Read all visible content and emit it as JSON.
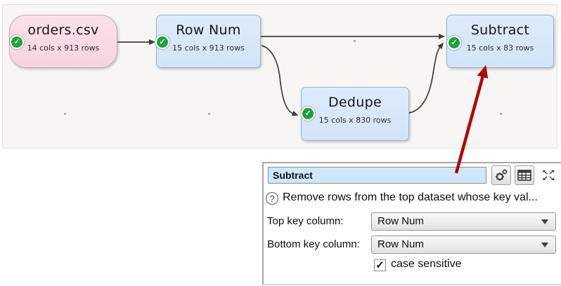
{
  "canvas": {
    "nodes": [
      {
        "label": "orders.csv",
        "meta": "14 cols x 913 rows",
        "kind": "source-file"
      },
      {
        "label": "Row Num",
        "meta": "15 cols x 913 rows",
        "kind": "transform"
      },
      {
        "label": "Dedupe",
        "meta": "15 cols x 830 rows",
        "kind": "transform"
      },
      {
        "label": "Subtract",
        "meta": "15 cols x 83 rows",
        "kind": "transform"
      }
    ],
    "status_glyph": "✓",
    "connections": [
      "orders.csv→Row Num",
      "Row Num→Subtract",
      "Row Num→Dedupe",
      "Dedupe→Subtract"
    ]
  },
  "panel": {
    "title_value": "Subtract",
    "toolbar": {
      "gear_icon": "gear",
      "table_icon": "table",
      "expand_icon": "expand"
    },
    "help_icon_glyph": "?",
    "help_text": "Remove rows from the top dataset whose key val...",
    "fields": [
      {
        "label": "Top key column:",
        "value": "Row Num"
      },
      {
        "label": "Bottom key column:",
        "value": "Row Num"
      }
    ],
    "checkbox": {
      "label": "case sensitive",
      "checked": true,
      "glyph": "✓"
    }
  },
  "colors": {
    "file_node_bg": "#f8d7e1",
    "transform_node_bg": "#d6e7fa",
    "status_green": "#17a733",
    "annotation_red": "#b00707",
    "title_input_bg": "#cfe7f9",
    "wire": "#3f3f3f",
    "canvas_bg": "#f7f6f4"
  }
}
